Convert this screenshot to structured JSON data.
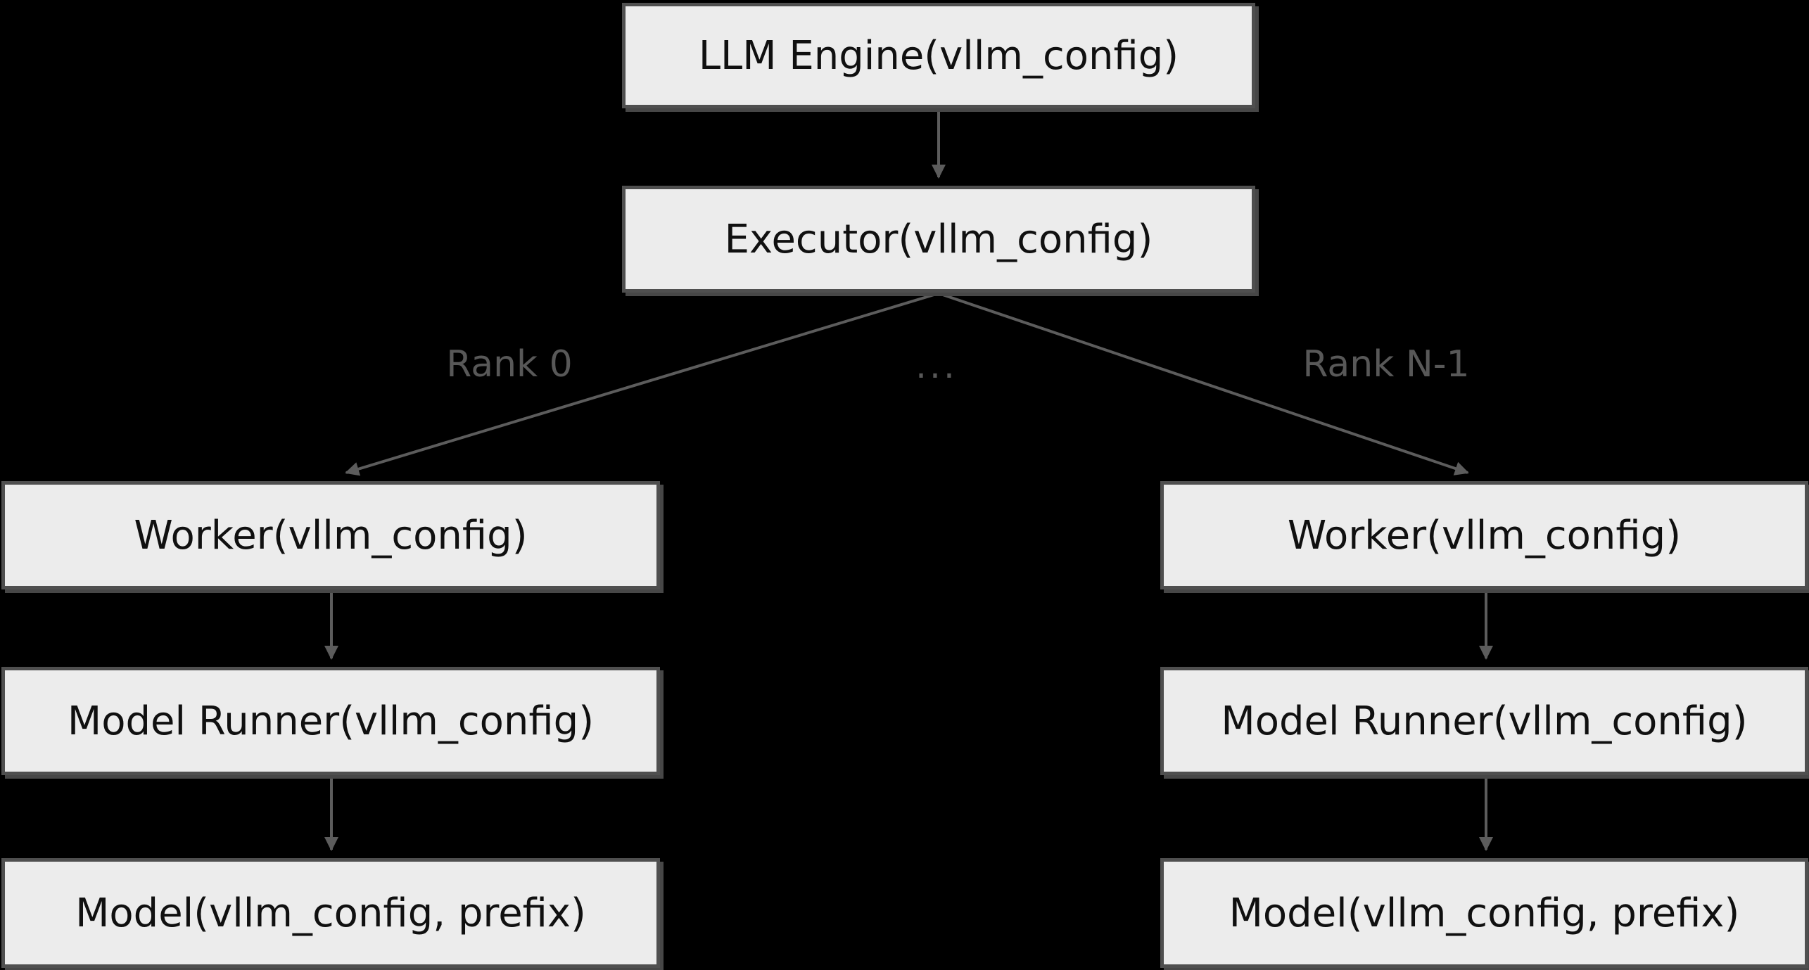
{
  "diagram_type": "flowchart",
  "nodes": {
    "engine": {
      "label": "LLM Engine(vllm_config)"
    },
    "executor": {
      "label": "Executor(vllm_config)"
    },
    "worker_left": {
      "label": "Worker(vllm_config)"
    },
    "model_runner_left": {
      "label": "Model Runner(vllm_config)"
    },
    "model_left": {
      "label": "Model(vllm_config, prefix)"
    },
    "worker_right": {
      "label": "Worker(vllm_config)"
    },
    "model_runner_right": {
      "label": "Model Runner(vllm_config)"
    },
    "model_right": {
      "label": "Model(vllm_config, prefix)"
    }
  },
  "edges": [
    {
      "from": "engine",
      "to": "executor",
      "label": ""
    },
    {
      "from": "executor",
      "to": "worker_left",
      "label": "Rank 0"
    },
    {
      "from": "executor",
      "to": "worker_right",
      "label": "Rank N-1"
    },
    {
      "from": "worker_left",
      "to": "model_runner_left",
      "label": ""
    },
    {
      "from": "model_runner_left",
      "to": "model_left",
      "label": ""
    },
    {
      "from": "worker_right",
      "to": "model_runner_right",
      "label": ""
    },
    {
      "from": "model_runner_right",
      "to": "model_right",
      "label": ""
    }
  ],
  "edge_labels": {
    "rank_first": "Rank 0",
    "ellipsis": "...",
    "rank_last": "Rank N-1"
  },
  "colors": {
    "background": "#000000",
    "node_fill": "#ececec",
    "node_border": "#4f4f4f",
    "node_shadow": "#474747",
    "node_text": "#101010",
    "edge": "#5c5c5c",
    "edge_label": "#585858"
  }
}
